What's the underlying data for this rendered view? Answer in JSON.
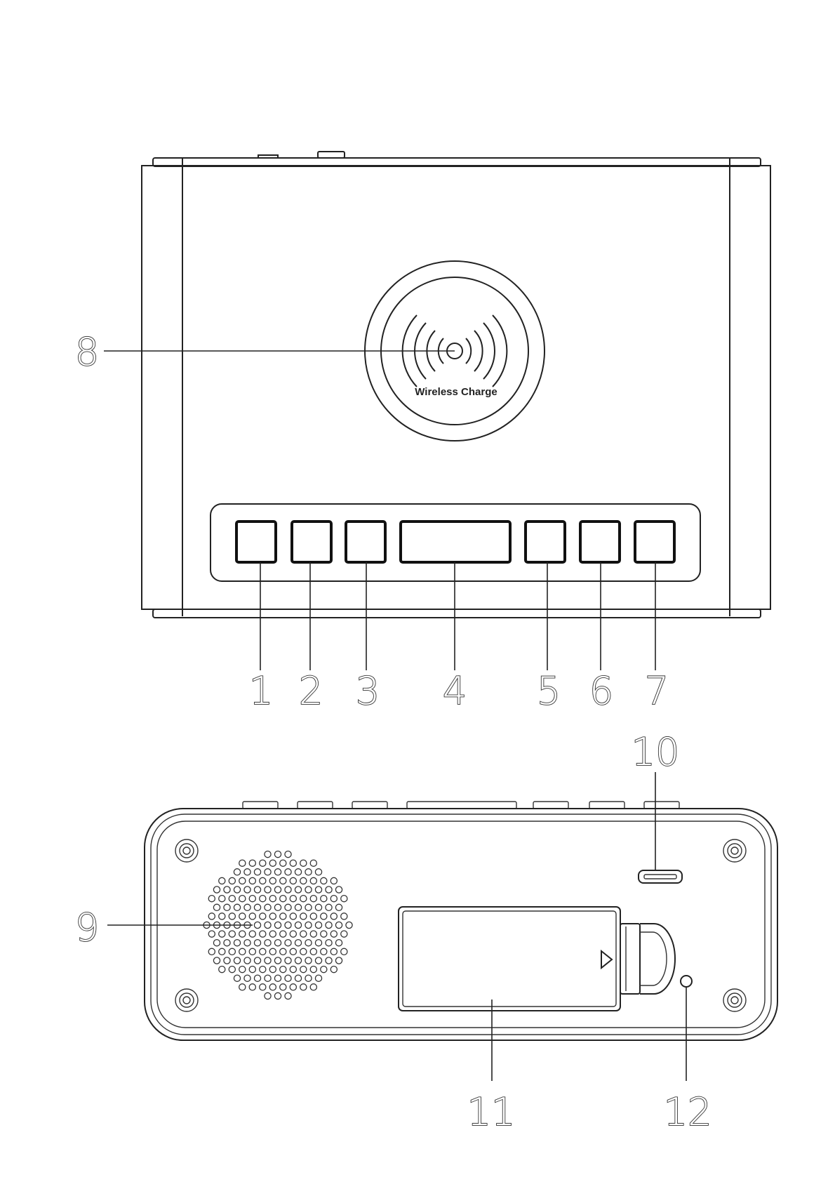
{
  "charging_pad": {
    "label": "Wireless Charge"
  },
  "callouts": {
    "c1": "1",
    "c2": "2",
    "c3": "3",
    "c4": "4",
    "c5": "5",
    "c6": "6",
    "c7": "7",
    "c8": "8",
    "c9": "9",
    "c10": "10",
    "c11": "11",
    "c12": "12"
  }
}
